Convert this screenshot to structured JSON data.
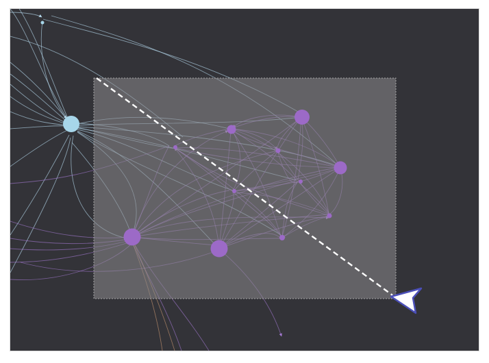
{
  "graph": {
    "colors": {
      "background": "#333338",
      "selection_fill": "#6b6a6e",
      "selection_border": "#9a9a9a",
      "node_blue": "#a7d6ea",
      "node_purple": "#9c6ac7",
      "edge_blue": "#b5d9ec",
      "edge_purple": "#a77bd6",
      "edge_orange": "#e0a57a",
      "drag_line": "#ffffff",
      "cursor_fill": "#ffffff",
      "cursor_stroke": "#4b4fb8"
    },
    "nodes": [
      {
        "id": "blue-hub",
        "color": "blue"
      },
      {
        "id": "blue-small-top",
        "color": "blue"
      },
      {
        "id": "purple-1",
        "color": "purple"
      },
      {
        "id": "purple-2",
        "color": "purple"
      },
      {
        "id": "purple-3",
        "color": "purple"
      },
      {
        "id": "purple-4",
        "color": "purple"
      },
      {
        "id": "purple-5",
        "color": "purple"
      },
      {
        "id": "purple-6",
        "color": "purple"
      },
      {
        "id": "purple-7",
        "color": "purple"
      },
      {
        "id": "purple-8",
        "color": "purple"
      },
      {
        "id": "purple-9",
        "color": "purple"
      },
      {
        "id": "purple-10",
        "color": "purple"
      },
      {
        "id": "purple-11",
        "color": "purple"
      }
    ],
    "cursor_icon": "pointer-arrow-icon",
    "selection_tool": "rectangle-lasso"
  }
}
